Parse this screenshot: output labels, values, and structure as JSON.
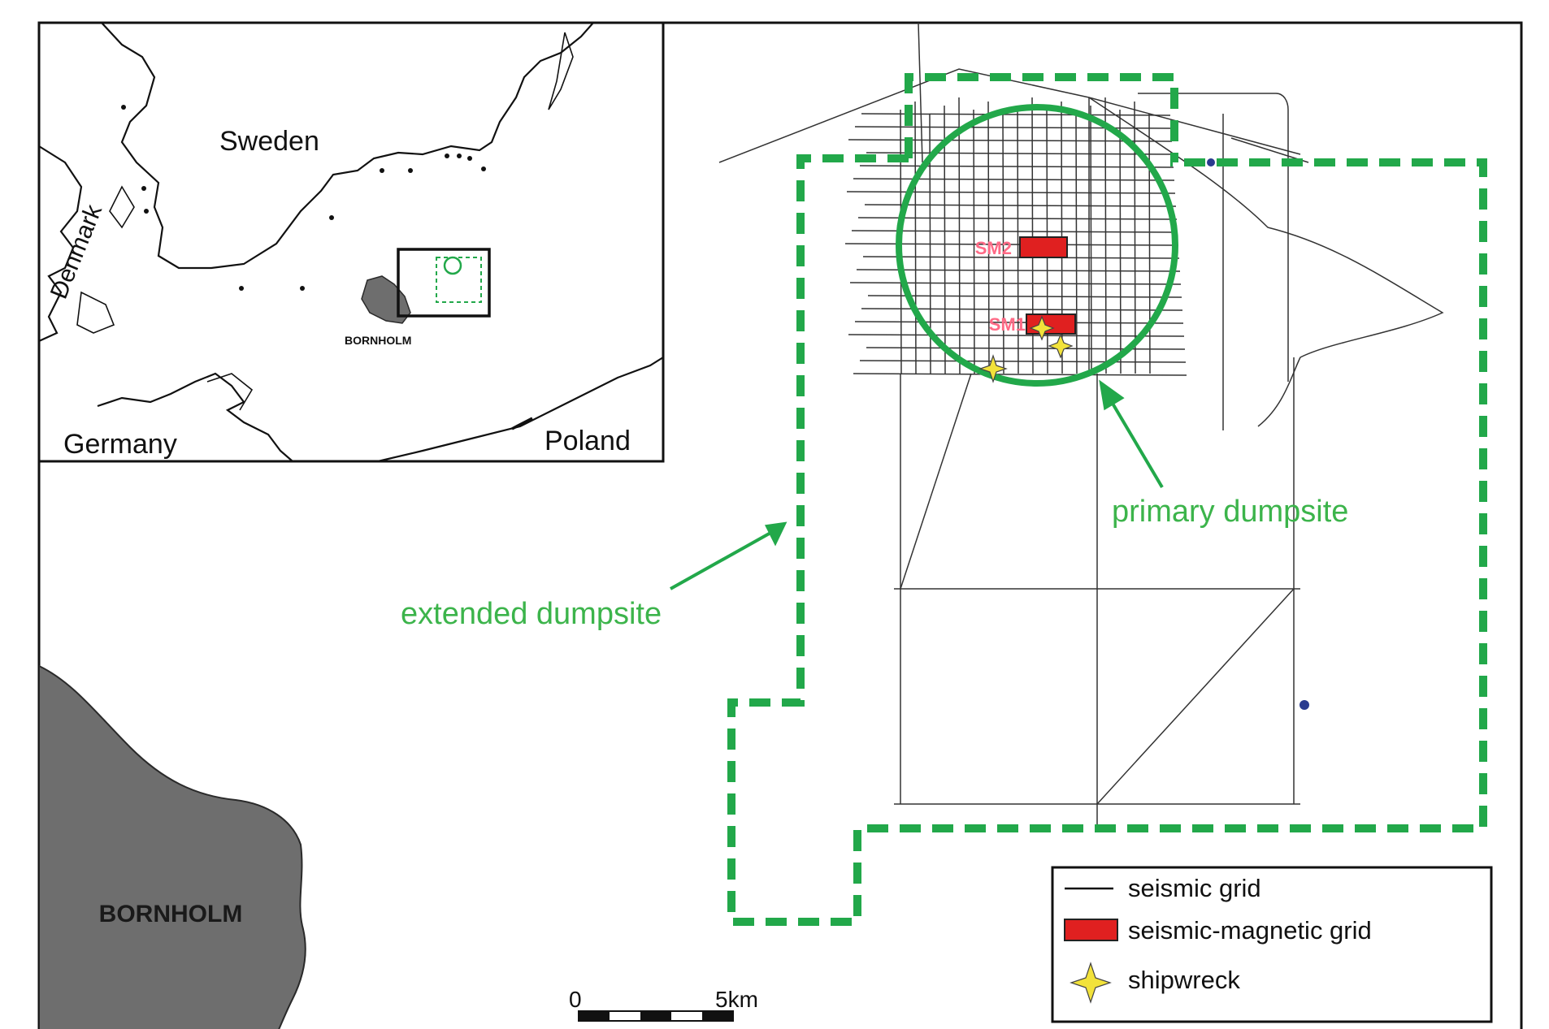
{
  "inset": {
    "labels": {
      "sweden": "Sweden",
      "denmark": "Denmark",
      "germany": "Germany",
      "poland": "Poland",
      "bornholm": "BORNHOLM"
    }
  },
  "main": {
    "bornholm_label": "BORNHOLM",
    "grid_labels": {
      "sm1": "SM1",
      "sm2": "SM2"
    },
    "annotations": {
      "primary": "primary dumpsite",
      "extended": "extended dumpsite"
    }
  },
  "legend": {
    "items": [
      {
        "symbol": "line",
        "label": "seismic grid"
      },
      {
        "symbol": "red-rect",
        "label": "seismic-magnetic grid"
      },
      {
        "symbol": "star",
        "label": "shipwreck"
      }
    ]
  },
  "scalebar": {
    "start": "0",
    "end": "5km"
  },
  "colors": {
    "dumpsite_green": "#22a84a",
    "label_green": "#3cb44b",
    "grid_red": "#e02020",
    "land_gray": "#6e6e6e",
    "wreck_yellow": "#f2e23a",
    "sm_pink": "#ff6a86"
  }
}
